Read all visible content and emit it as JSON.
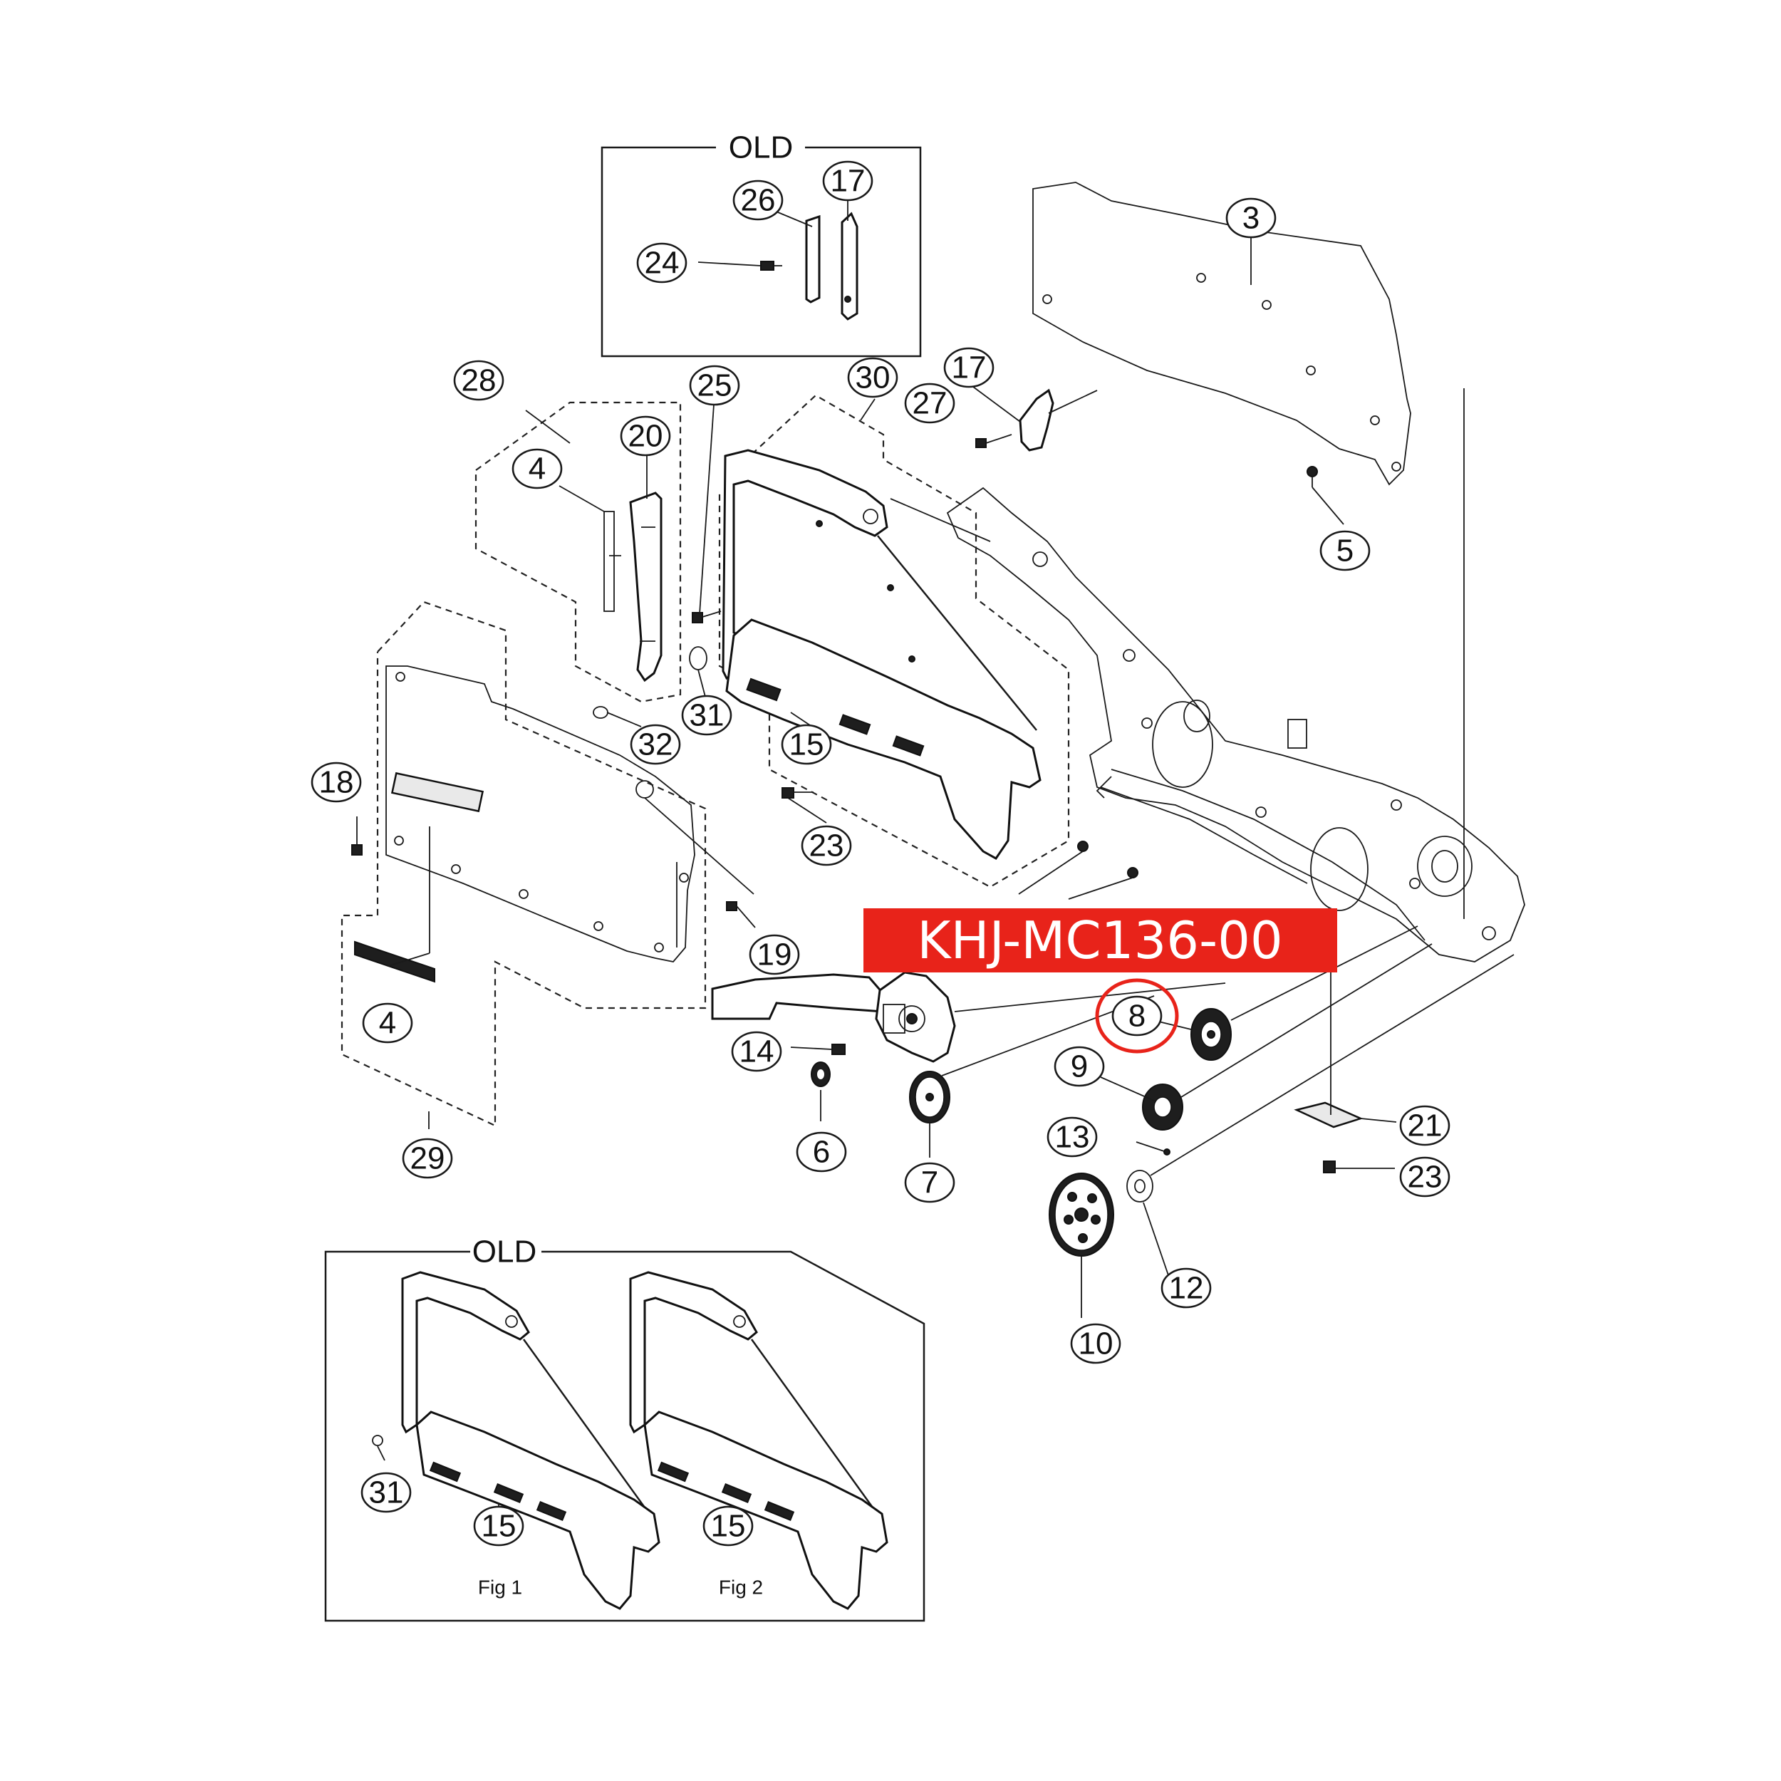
{
  "boxes": {
    "old_top_label": "OLD",
    "old_bottom_label": "OLD",
    "fig1_label": "Fig 1",
    "fig2_label": "Fig 2"
  },
  "banner": {
    "part_number": "KHJ-MC136-00",
    "background_color": "#e8231a",
    "text_color": "#ffffff"
  },
  "highlight": {
    "callout": "8",
    "ring_color": "#e8231a"
  },
  "callouts": [
    {
      "id": "c-17-old",
      "label": "17"
    },
    {
      "id": "c-26",
      "label": "26"
    },
    {
      "id": "c-24",
      "label": "24"
    },
    {
      "id": "c-3",
      "label": "3"
    },
    {
      "id": "c-28",
      "label": "28"
    },
    {
      "id": "c-25",
      "label": "25"
    },
    {
      "id": "c-30",
      "label": "30"
    },
    {
      "id": "c-17",
      "label": "17"
    },
    {
      "id": "c-27",
      "label": "27"
    },
    {
      "id": "c-20",
      "label": "20"
    },
    {
      "id": "c-4-top",
      "label": "4"
    },
    {
      "id": "c-5",
      "label": "5"
    },
    {
      "id": "c-31",
      "label": "31"
    },
    {
      "id": "c-32",
      "label": "32"
    },
    {
      "id": "c-15",
      "label": "15"
    },
    {
      "id": "c-18",
      "label": "18"
    },
    {
      "id": "c-23-mid",
      "label": "23"
    },
    {
      "id": "c-19",
      "label": "19"
    },
    {
      "id": "c-4-bottom",
      "label": "4"
    },
    {
      "id": "c-14",
      "label": "14"
    },
    {
      "id": "c-6",
      "label": "6"
    },
    {
      "id": "c-7",
      "label": "7"
    },
    {
      "id": "c-8",
      "label": "8"
    },
    {
      "id": "c-9",
      "label": "9"
    },
    {
      "id": "c-13",
      "label": "13"
    },
    {
      "id": "c-21",
      "label": "21"
    },
    {
      "id": "c-23-right",
      "label": "23"
    },
    {
      "id": "c-12",
      "label": "12"
    },
    {
      "id": "c-10",
      "label": "10"
    },
    {
      "id": "c-29",
      "label": "29"
    },
    {
      "id": "c-31-fig1",
      "label": "31"
    },
    {
      "id": "c-15-fig1",
      "label": "15"
    },
    {
      "id": "c-15-fig2",
      "label": "15"
    }
  ]
}
